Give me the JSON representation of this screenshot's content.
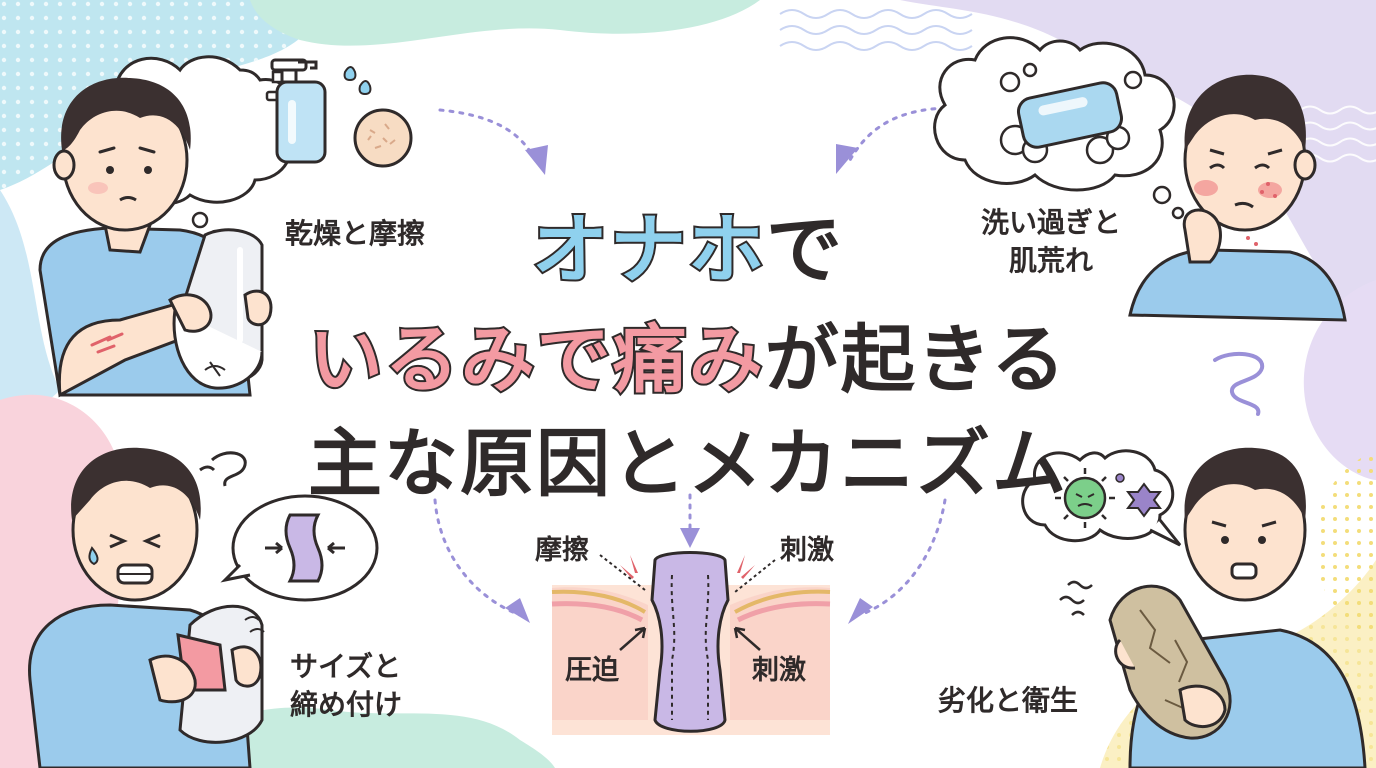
{
  "title": {
    "line1_highlight": "オナホ",
    "line1_rest": "で",
    "line2_part1": "いるみで",
    "line2_highlight": "痛み",
    "line2_part2": "が起きる",
    "line3": "主な原因とメカニズム"
  },
  "causes": {
    "dryness_friction": "乾燥と摩擦",
    "overwash_line1": "洗い過ぎと",
    "overwash_line2": "肌荒れ",
    "size_line1": "サイズと",
    "size_line2": "締め付け",
    "degradation": "劣化と衛生"
  },
  "diagram": {
    "friction": "摩擦",
    "stimulus_top": "刺激",
    "pressure": "圧迫",
    "stimulus_bottom": "刺激"
  },
  "colors": {
    "shirt": "#9bcbec",
    "skin": "#fde3cf",
    "hair": "#3b3030",
    "device": "#c9b8e6",
    "accent_pink": "#f39aa2",
    "accent_blue": "#8fd1ee",
    "arrow": "#9a90d8"
  }
}
